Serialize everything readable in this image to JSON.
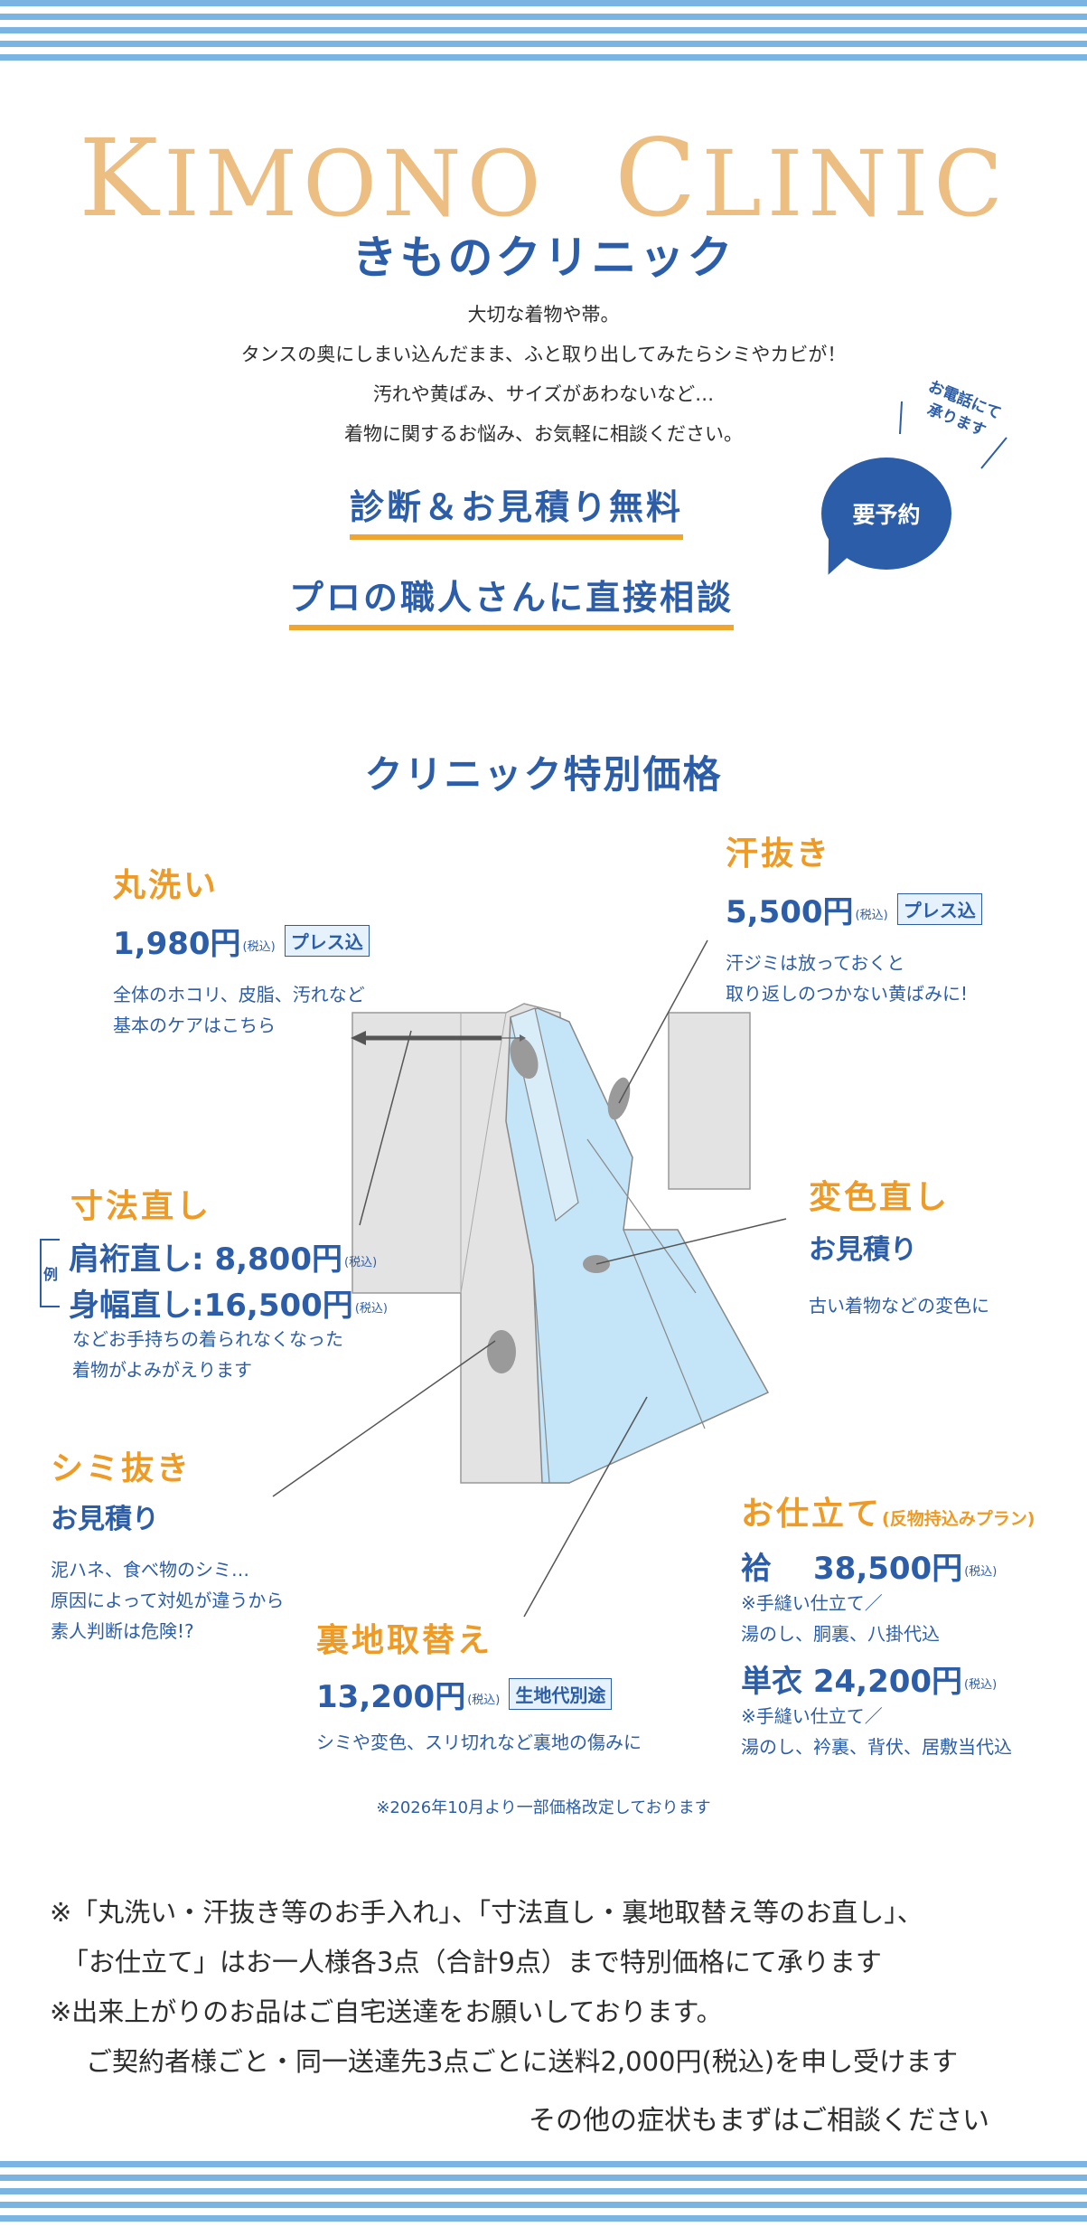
{
  "header": {
    "logo": {
      "first_cap": "K",
      "rest": "IMONO",
      "second_cap": "C",
      "rest2": "LINIC"
    },
    "subtitle": "きものクリニック"
  },
  "intro": {
    "line1": "大切な着物や帯。",
    "line2": "タンスの奥にしまい込んだまま、ふと取り出してみたらシミやカビが！",
    "line3": "汚れや黄ばみ、サイズがあわないなど…",
    "line4": "着物に関するお悩み、お気軽に相談ください。"
  },
  "highlights": {
    "free": "診断＆お見積り無料",
    "pro": "プロの職人さんに直接相談"
  },
  "reservation": {
    "bubble": "要予約",
    "phone_line1": "お電話にて",
    "phone_line2": "承ります"
  },
  "section_title": "クリニック特別価格",
  "services": {
    "marurai": {
      "title": "丸洗い",
      "price": "1,980円",
      "tax": "(税込)",
      "tag": "プレス込",
      "desc1": "全体のホコリ、皮脂、汚れなど",
      "desc2": "基本のケアはこちら"
    },
    "asenuki": {
      "title": "汗抜き",
      "price": "5,500円",
      "tax": "(税込)",
      "tag": "プレス込",
      "desc1": "汗ジミは放っておくと",
      "desc2": "取り返しのつかない黄ばみに!"
    },
    "sunpo": {
      "title": "寸法直し",
      "example": "例",
      "line1_label": "肩裄直し:",
      "line1_price": "8,800円",
      "line2_label": "身幅直し:",
      "line2_price": "16,500円",
      "tax": "(税込)",
      "desc1": "などお手持ちの着られなくなった",
      "desc2": "着物がよみがえります"
    },
    "henshoku": {
      "title": "変色直し",
      "estimate": "お見積り",
      "desc1": "古い着物などの変色に"
    },
    "shiminuki": {
      "title": "シミ抜き",
      "estimate": "お見積り",
      "desc1": "泥ハネ、食べ物のシミ…",
      "desc2": "原因によって対処が違うから",
      "desc3": "素人判断は危険!?"
    },
    "urachi": {
      "title": "裏地取替え",
      "price": "13,200円",
      "tax": "(税込)",
      "tag": "生地代別途",
      "desc1": "シミや変色、スリ切れなど裏地の傷みに"
    },
    "oshitate": {
      "title": "お仕立て",
      "plan": "(反物持込みプラン)",
      "awase_label": "袷",
      "awase_price": "38,500円",
      "tax": "(税込)",
      "awase_note1": "※手縫い仕立て／",
      "awase_note2": "湯のし、胴裏、八掛代込",
      "hitoe_label": "単衣",
      "hitoe_price": "24,200円",
      "hitoe_note1": "※手縫い仕立て／",
      "hitoe_note2": "湯のし、衿裏、背伏、居敷当代込"
    }
  },
  "price_revision_note": "※2026年10月より一部価格改定しております",
  "notes": {
    "line1": "※「丸洗い・汗抜き等のお手入れ」、「寸法直し・裏地取替え等のお直し」、",
    "line2": "「お仕立て」はお一人様各3点（合計9点）まで特別価格にて承ります",
    "line3": "※出来上がりのお品はご自宅送達をお願いしております。",
    "line4": "ご契約者様ごと・同一送達先3点ごとに送料2,000円(税込)を申し受けます"
  },
  "closing": "その他の症状もまずはご相談ください",
  "colors": {
    "stripe": "#7ab4e2",
    "logo": "#edbe82",
    "brand_blue": "#2c5da8",
    "accent_orange": "#ee9a24",
    "kimono_outer": "#e3e3e3",
    "kimono_lining": "#c4e4f8"
  }
}
